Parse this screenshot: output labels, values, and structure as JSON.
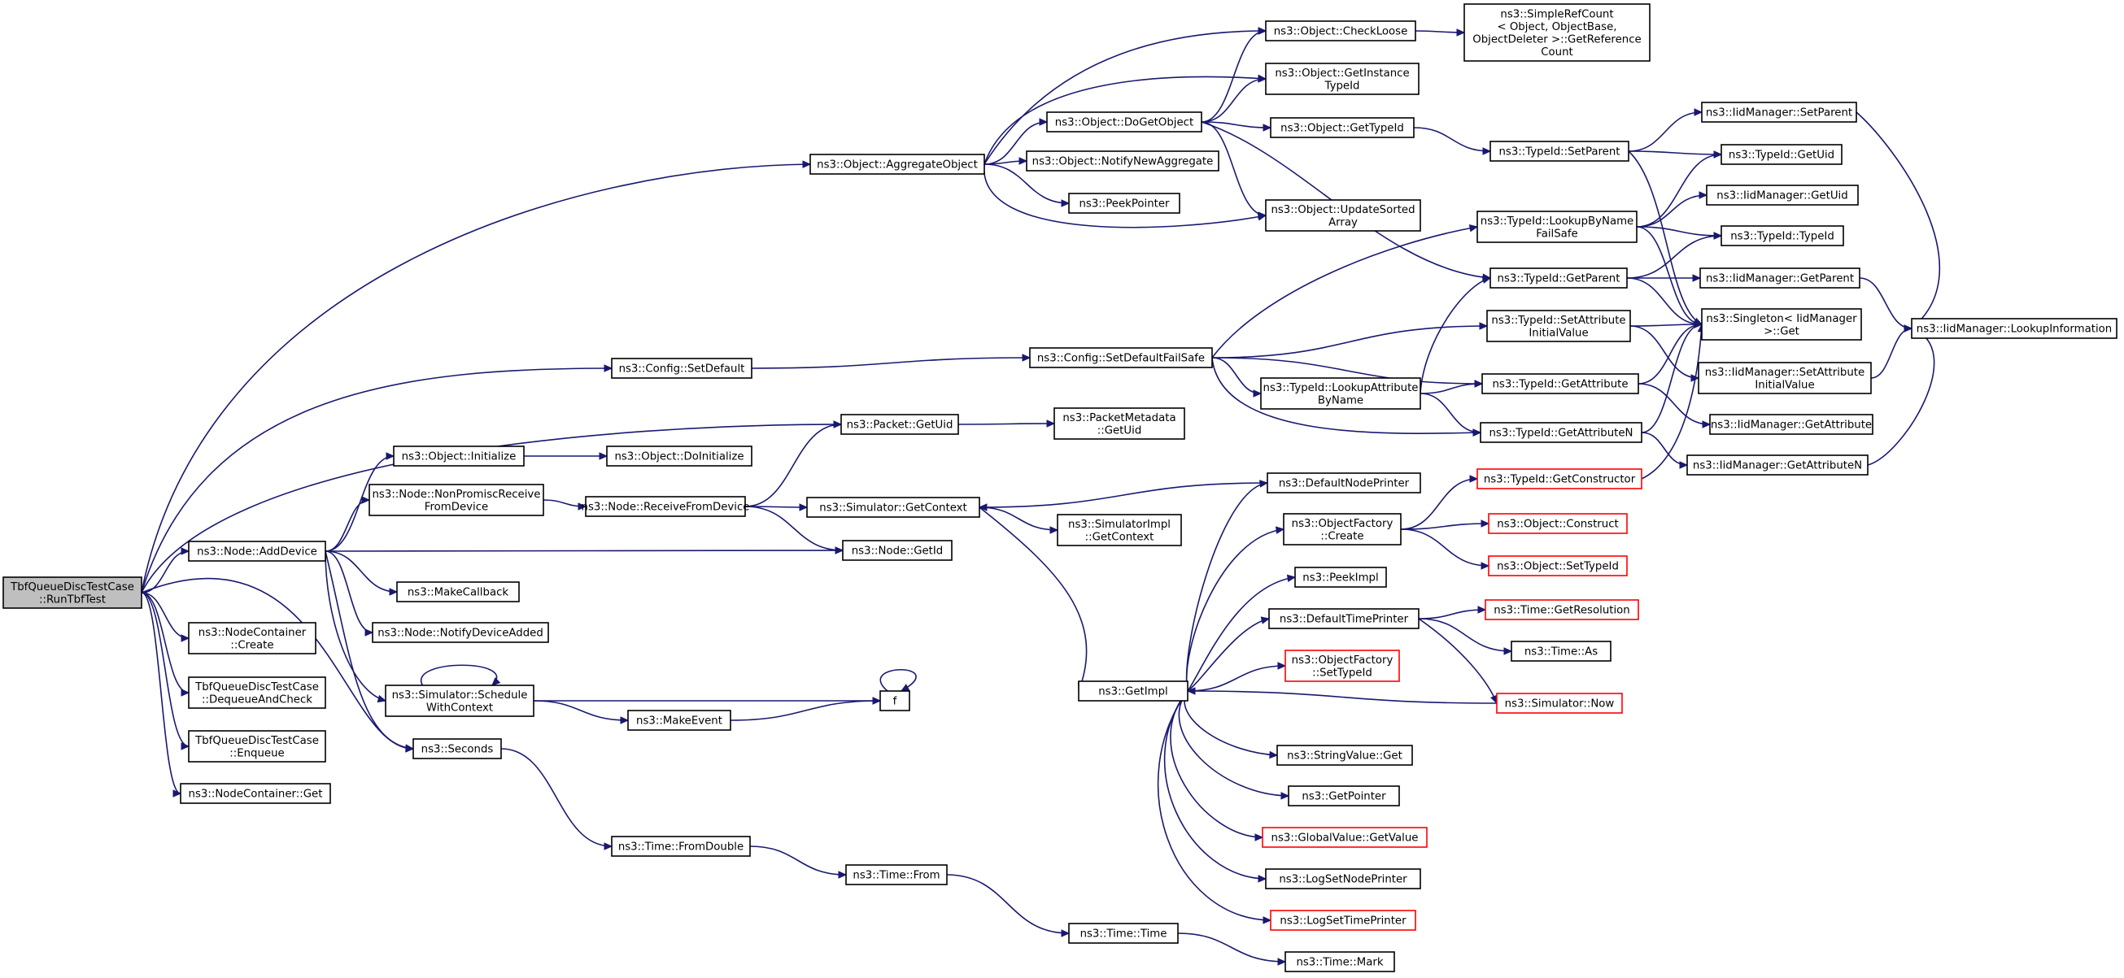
{
  "colors": {
    "edge": "#191970",
    "node_border": "#000000",
    "node_border_incomplete": "#ff0000",
    "root_fill": "#bfbfbf",
    "node_fill": "#ffffff"
  },
  "nodes": {
    "n_root": {
      "lines": [
        "TbfQueueDiscTestCase",
        "::RunTbfTest"
      ]
    },
    "n_aggregate": {
      "lines": [
        "ns3::Object::AggregateObject"
      ]
    },
    "n_doget": {
      "lines": [
        "ns3::Object::DoGetObject"
      ]
    },
    "n_checkloose": {
      "lines": [
        "ns3::Object::CheckLoose"
      ]
    },
    "n_simpleref": {
      "lines": [
        "ns3::SimpleRefCount",
        "< Object, ObjectBase,",
        "ObjectDeleter >::GetReference",
        "Count"
      ]
    },
    "n_getinstance": {
      "lines": [
        "ns3::Object::GetInstance",
        "TypeId"
      ]
    },
    "n_gettypeid": {
      "lines": [
        "ns3::Object::GetTypeId"
      ]
    },
    "n_notifynewagg": {
      "lines": [
        "ns3::Object::NotifyNewAggregate"
      ]
    },
    "n_peekpointer": {
      "lines": [
        "ns3::PeekPointer"
      ]
    },
    "n_updatesorted": {
      "lines": [
        "ns3::Object::UpdateSorted",
        "Array"
      ]
    },
    "n_tid_setparent": {
      "lines": [
        "ns3::TypeId::SetParent"
      ]
    },
    "n_iid_setparent": {
      "lines": [
        "ns3::IidManager::SetParent"
      ]
    },
    "n_tid_getuid": {
      "lines": [
        "ns3::TypeId::GetUid"
      ]
    },
    "n_iid_getuid": {
      "lines": [
        "ns3::IidManager::GetUid"
      ]
    },
    "n_lookupfailsafe": {
      "lines": [
        "ns3::TypeId::LookupByName",
        "FailSafe"
      ]
    },
    "n_tid_typeid": {
      "lines": [
        "ns3::TypeId::TypeId"
      ]
    },
    "n_tid_getparent": {
      "lines": [
        "ns3::TypeId::GetParent"
      ]
    },
    "n_iid_getparent": {
      "lines": [
        "ns3::IidManager::GetParent"
      ]
    },
    "n_singleton": {
      "lines": [
        "ns3::Singleton< IidManager",
        ">::Get"
      ]
    },
    "n_iid_lookupinfo": {
      "lines": [
        "ns3::IidManager::LookupInformation"
      ]
    },
    "n_tid_setattrinit": {
      "lines": [
        "ns3::TypeId::SetAttribute",
        "InitialValue"
      ]
    },
    "n_iid_setattrinit": {
      "lines": [
        "ns3::IidManager::SetAttribute",
        "InitialValue"
      ]
    },
    "n_config_setdefault": {
      "lines": [
        "ns3::Config::SetDefault"
      ]
    },
    "n_config_failsafe": {
      "lines": [
        "ns3::Config::SetDefaultFailSafe"
      ]
    },
    "n_lookupattr": {
      "lines": [
        "ns3::TypeId::LookupAttribute",
        "ByName"
      ]
    },
    "n_tid_getattr": {
      "lines": [
        "ns3::TypeId::GetAttribute"
      ]
    },
    "n_iid_getattr": {
      "lines": [
        "ns3::IidManager::GetAttribute"
      ]
    },
    "n_tid_getattrn": {
      "lines": [
        "ns3::TypeId::GetAttributeN"
      ]
    },
    "n_iid_getattrn": {
      "lines": [
        "ns3::IidManager::GetAttributeN"
      ]
    },
    "n_packet_getuid": {
      "lines": [
        "ns3::Packet::GetUid"
      ]
    },
    "n_pktmeta_getuid": {
      "lines": [
        "ns3::PacketMetadata",
        "::GetUid"
      ]
    },
    "n_obj_init": {
      "lines": [
        "ns3::Object::Initialize"
      ]
    },
    "n_obj_doinit": {
      "lines": [
        "ns3::Object::DoInitialize"
      ]
    },
    "n_nonpromisc": {
      "lines": [
        "ns3::Node::NonPromiscReceive",
        "FromDevice"
      ]
    },
    "n_recvfromdev": {
      "lines": [
        "ns3::Node::ReceiveFromDevice"
      ]
    },
    "n_sim_getcontext": {
      "lines": [
        "ns3::Simulator::GetContext"
      ]
    },
    "n_simimpl_getcontext": {
      "lines": [
        "ns3::SimulatorImpl",
        "::GetContext"
      ]
    },
    "n_tid_getconstructor": {
      "lines": [
        "ns3::TypeId::GetConstructor"
      ]
    },
    "n_defaultnodeprinter": {
      "lines": [
        "ns3::DefaultNodePrinter"
      ]
    },
    "n_objfactory_create": {
      "lines": [
        "ns3::ObjectFactory",
        "::Create"
      ]
    },
    "n_obj_construct": {
      "lines": [
        "ns3::Object::Construct"
      ]
    },
    "n_obj_settypeid": {
      "lines": [
        "ns3::Object::SetTypeId"
      ]
    },
    "n_node_adddevice": {
      "lines": [
        "ns3::Node::AddDevice"
      ]
    },
    "n_node_getid": {
      "lines": [
        "ns3::Node::GetId"
      ]
    },
    "n_peekimpl": {
      "lines": [
        "ns3::PeekImpl"
      ]
    },
    "n_makecallback": {
      "lines": [
        "ns3::MakeCallback"
      ]
    },
    "n_notifydeviceadded": {
      "lines": [
        "ns3::Node::NotifyDeviceAdded"
      ]
    },
    "n_defaulttimeprinter": {
      "lines": [
        "ns3::DefaultTimePrinter"
      ]
    },
    "n_time_getresolution": {
      "lines": [
        "ns3::Time::GetResolution"
      ]
    },
    "n_time_as": {
      "lines": [
        "ns3::Time::As"
      ]
    },
    "n_nc_create": {
      "lines": [
        "ns3::NodeContainer",
        "::Create"
      ]
    },
    "n_objfactory_settypeid": {
      "lines": [
        "ns3::ObjectFactory",
        "::SetTypeId"
      ]
    },
    "n_dequeue_check": {
      "lines": [
        "TbfQueueDiscTestCase",
        "::DequeueAndCheck"
      ]
    },
    "n_schedule": {
      "lines": [
        "ns3::Simulator::Schedule",
        "WithContext"
      ]
    },
    "n_f": {
      "lines": [
        "f"
      ]
    },
    "n_getimpl": {
      "lines": [
        "ns3::GetImpl"
      ]
    },
    "n_sim_now": {
      "lines": [
        "ns3::Simulator::Now"
      ]
    },
    "n_makeevent": {
      "lines": [
        "ns3::MakeEvent"
      ]
    },
    "n_enqueue": {
      "lines": [
        "TbfQueueDiscTestCase",
        "::Enqueue"
      ]
    },
    "n_stringvalue_get": {
      "lines": [
        "ns3::StringValue::Get"
      ]
    },
    "n_seconds": {
      "lines": [
        "ns3::Seconds"
      ]
    },
    "n_nc_get": {
      "lines": [
        "ns3::NodeContainer::Get"
      ]
    },
    "n_getpointer": {
      "lines": [
        "ns3::GetPointer"
      ]
    },
    "n_globalvalue_get": {
      "lines": [
        "ns3::GlobalValue::GetValue"
      ]
    },
    "n_time_fromdouble": {
      "lines": [
        "ns3::Time::FromDouble"
      ]
    },
    "n_lognodeprinter": {
      "lines": [
        "ns3::LogSetNodePrinter"
      ]
    },
    "n_time_from": {
      "lines": [
        "ns3::Time::From"
      ]
    },
    "n_logtimeprinter": {
      "lines": [
        "ns3::LogSetTimePrinter"
      ]
    },
    "n_time_time": {
      "lines": [
        "ns3::Time::Time"
      ]
    },
    "n_time_mark": {
      "lines": [
        "ns3::Time::Mark"
      ]
    }
  }
}
